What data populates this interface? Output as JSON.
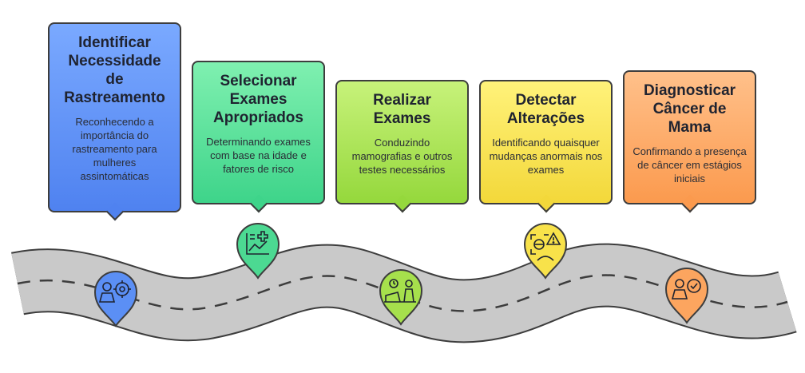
{
  "steps": [
    {
      "title": "Identificar Necessidade de Rastreamento",
      "description": "Reconhecendo a importância do rastreamento para mulheres assintomáticas",
      "icon": "woman-target-icon",
      "color": "#5b8ff5"
    },
    {
      "title": "Selecionar Exames Apropriados",
      "description": "Determinando exames com base na idade e fatores de risco",
      "icon": "medical-chart-icon",
      "color": "#4cd992"
    },
    {
      "title": "Realizar Exames",
      "description": "Conduzindo mamografias e outros testes necessários",
      "icon": "patient-exam-icon",
      "color": "#a6e04c"
    },
    {
      "title": "Detectar Alterações",
      "description": "Identificando quaisquer mudanças anormais nos exames",
      "icon": "scan-alert-icon",
      "color": "#f8e24a"
    },
    {
      "title": "Diagnosticar Câncer de Mama",
      "description": "Confirmando a presença de câncer em estágios iniciais",
      "icon": "woman-check-icon",
      "color": "#fca55f"
    }
  ]
}
